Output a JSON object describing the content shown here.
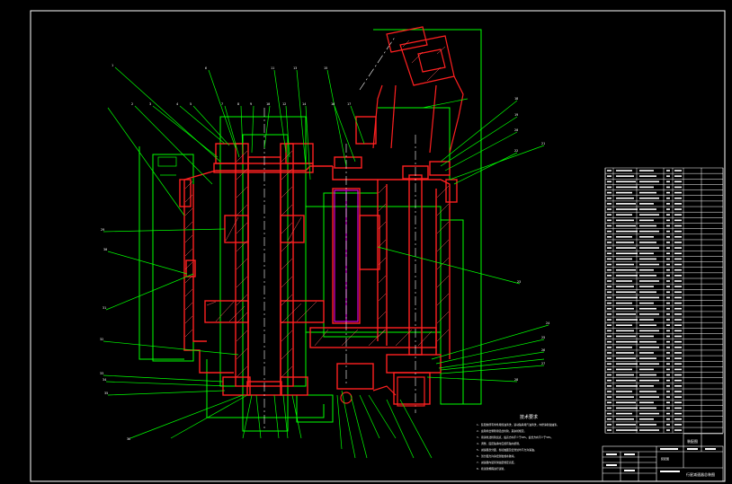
{
  "drawing": {
    "colors": {
      "background": "#000000",
      "frame": "#ffffff",
      "outline": "#00ff00",
      "section": "#ff2020",
      "hatch": "#ff6060",
      "centerline": "#ffffff",
      "highlight": "#ff00ff",
      "text": "#ffffff"
    }
  },
  "tech_requirements": {
    "title": "技术要求",
    "lines": [
      "1. 装配前所有零件用煤油清洗，滚动轴承用汽油清洗，内壁涂耐油油漆。",
      "2. 齿轮啮合侧隙用铅丝检验，其余按规定。",
      "3. 用涂色法检验斑点，齿高方向不少于40%，齿长方向不少于50%。",
      "4. 调整、固定轴承时应留有轴向游隙。",
      "5. 减速器剖分面、各接触面及密封处均不允许漏油。",
      "6. 剖分面允许涂密封胶或水玻璃。",
      "7. 减速器内装润滑油至规定高度。",
      "8. 按试验规程进行试验。"
    ]
  },
  "title_block": {
    "main_title": "行星减速器总装图",
    "sub_title": "装配图",
    "heading": "装配图"
  }
}
